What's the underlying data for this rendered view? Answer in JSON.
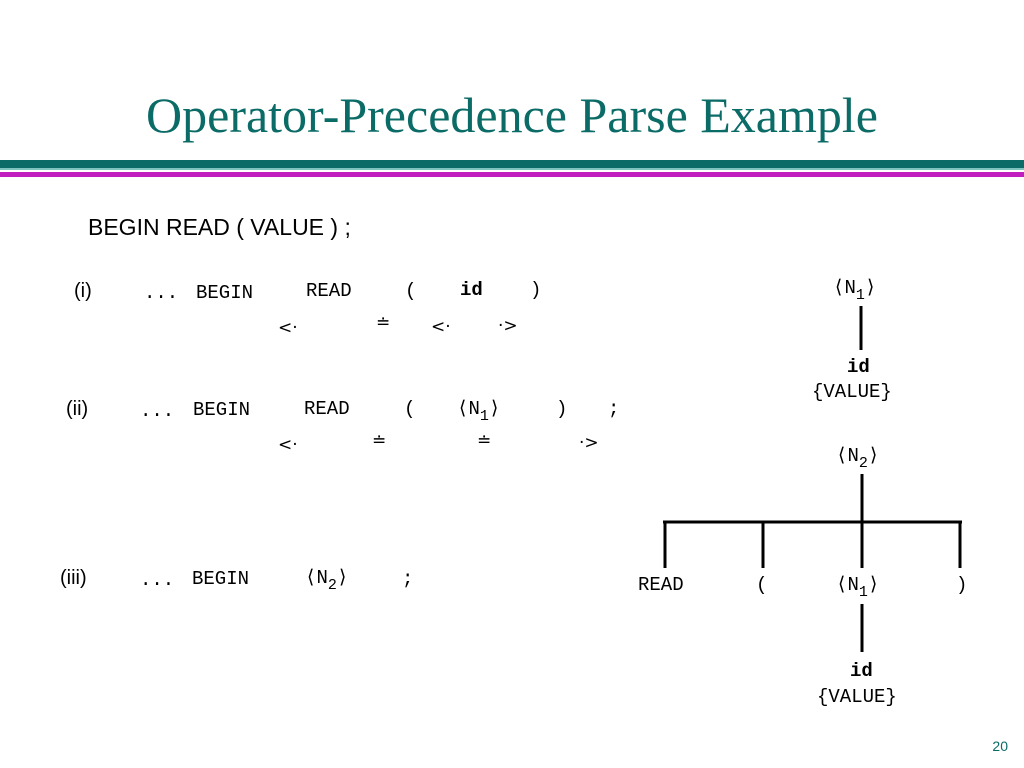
{
  "slide": {
    "title": "Operator-Precedence Parse Example",
    "statement": "BEGIN  READ ( VALUE ) ;",
    "page_number": "20",
    "colors": {
      "title": "#0b6b66",
      "rule_teal": "#0b6b66",
      "rule_magenta": "#c21dbf"
    }
  },
  "steps": {
    "i": {
      "label": "(i)",
      "tokens": [
        "...",
        "BEGIN",
        "READ",
        "(",
        "id",
        ")"
      ],
      "relations": [
        "<·",
        "≐",
        "<·",
        "·>"
      ]
    },
    "ii": {
      "label": "(ii)",
      "tokens": [
        "...",
        "BEGIN",
        "READ",
        "(",
        "⟨N",
        "1",
        "⟩",
        ")",
        ";"
      ],
      "relations": [
        "<·",
        "≐",
        "≐",
        "·>"
      ]
    },
    "iii": {
      "label": "(iii)",
      "tokens": [
        "...",
        "BEGIN",
        "⟨N",
        "2",
        "⟩",
        ";"
      ]
    }
  },
  "tree1": {
    "root": "⟨N",
    "root_sub": "1",
    "root_close": "⟩",
    "leaf": "id",
    "value": "{VALUE}"
  },
  "tree2": {
    "root": "⟨N",
    "root_sub": "2",
    "root_close": "⟩",
    "children": [
      "READ",
      "(",
      "⟨N",
      ")"
    ],
    "child_n": "⟨N",
    "child_n_sub": "1",
    "child_n_close": "⟩",
    "leaf": "id",
    "value": "{VALUE}"
  }
}
